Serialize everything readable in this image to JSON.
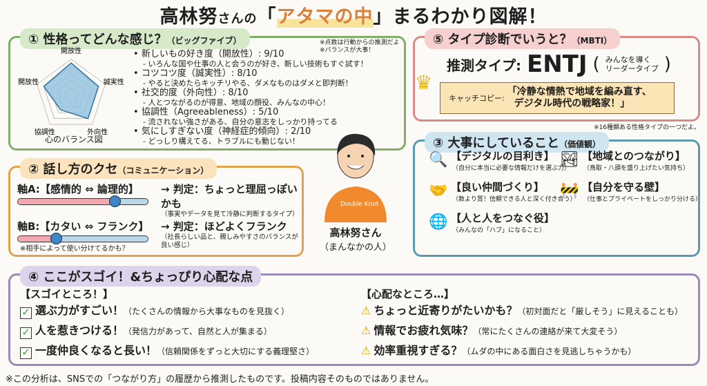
{
  "title": {
    "name": "高林努",
    "suffix": "さんの",
    "open": "「",
    "highlight": "アタマの中",
    "close": "」まるわかり図解！"
  },
  "s1": {
    "header": "① 性格ってどんな感じ？",
    "header_sub": "（ビッグファイブ）",
    "notes": [
      "※点数は行動からの推測だよ",
      "※バランスが大事！"
    ],
    "traits": [
      {
        "label": "新しいもの好き度（開放性）: 9/10",
        "desc": "- いろんな国や仕事の人と会うのが好き、新しい技術もすぐ試す！"
      },
      {
        "label": "コツコツ度（誠実性）: 8/10",
        "desc": "- やると決めたらキッチリやる、ダメなものはダメと即判断！"
      },
      {
        "label": "社交的度（外向性）: 8/10",
        "desc": "- 人とつながるのが得意、地域の顔役、みんなの中心！"
      },
      {
        "label": "協調性（Agreeableness）: 5/10",
        "desc": "- 流されない強さがある、自分の意志をしっかり持ってる"
      },
      {
        "label": "気にしすぎない度（神経症的傾向）: 2/10",
        "desc": "- どっしり構えてる、トラブルにも動じない！"
      }
    ]
  },
  "chart_data": {
    "type": "radar",
    "title": "心のバランス図",
    "axes": [
      "開放性",
      "誠実性",
      "外向性",
      "協調性",
      "開放性"
    ],
    "values": [
      9,
      8,
      8,
      5,
      8
    ],
    "range": [
      0,
      10
    ]
  },
  "s2": {
    "header": "② 話し方のクセ",
    "header_sub": "（コミュニケーション）",
    "axisA": {
      "label": "軸A:【感情的 ⇔ 論理的】",
      "position": 0.75,
      "verdict": "→ 判定：ちょっと理屈っぽいかも",
      "detail": "（事実やデータを見て冷静に判断するタイプ）"
    },
    "axisB": {
      "label": "軸B:【カタい ⇔ フランク】",
      "position": 0.3,
      "verdict": "→ 判定：ほどよくフランク",
      "detail": "（社長らしい品と、親しみやすさのバランスが良い感じ）",
      "note": "※相手によって使い分けてるかも？"
    }
  },
  "person": {
    "name": "高林努さん",
    "sub": "（まんなかの人）",
    "logo": "Double Knot"
  },
  "s5": {
    "header": "⑤ タイプ診断でいうと？",
    "header_sub": "（MBTI）",
    "label": "推測タイプ:",
    "type": "ENTJ",
    "desc1": "みんなを導く",
    "desc2": "リーダータイプ",
    "catch_label": "キャッチコピー:",
    "catch1": "「冷静な情熱で地域を編み直す、",
    "catch2": "デジタル時代の戦略家！」",
    "note": "※16種類ある性格タイプの一つだよ。"
  },
  "s3": {
    "header": "③ 大事にしていること",
    "header_sub": "（価値観）",
    "items": [
      {
        "icon": "magnifier",
        "title": "【デジタルの目利き】",
        "desc": "（自分に本当に必要な情報だけを選ぶ力）"
      },
      {
        "icon": "landscape",
        "title": "【地域とのつながり】",
        "desc": "（鳥取・八頭を盛り上げたい気持ち）"
      },
      {
        "icon": "handshake",
        "title": "【良い仲間づくり】",
        "desc": "（数より質！信頼できる人と深く付き合う）"
      },
      {
        "icon": "barrier",
        "title": "【自分を守る壁】",
        "desc": "（仕事とプライベートをしっかり分ける）"
      },
      {
        "icon": "globe",
        "title": "【人と人をつなぐ役】",
        "desc": "（みんなの「ハブ」になること）"
      }
    ]
  },
  "s4": {
    "header": "④ ここがスゴイ！&ちょっぴり心配な点",
    "good_title": "【スゴイところ！】",
    "good": [
      {
        "t": "選ぶ力がすごい！",
        "s": "（たくさんの情報から大事なものを見抜く）"
      },
      {
        "t": "人を惹きつける！",
        "s": "（発信力があって、自然と人が集まる）"
      },
      {
        "t": "一度仲良くなると長い！",
        "s": "（信頼関係をずっと大切にする義理堅さ）"
      }
    ],
    "bad_title": "【心配なところ…】",
    "bad": [
      {
        "t": "ちょっと近寄りがたいかも？",
        "s": "（初対面だと「厳しそう」に見えることも）"
      },
      {
        "t": "情報でお疲れ気味？",
        "s": "（常にたくさんの連絡が来て大変そう）"
      },
      {
        "t": "効率重視すぎる？",
        "s": "（ムダの中にある面白さを見逃しちゃうかも）"
      }
    ]
  },
  "footer": "※この分析は、SNSでの「つながり方」の履歴から推測したものです。投稿内容そのものではありません。"
}
